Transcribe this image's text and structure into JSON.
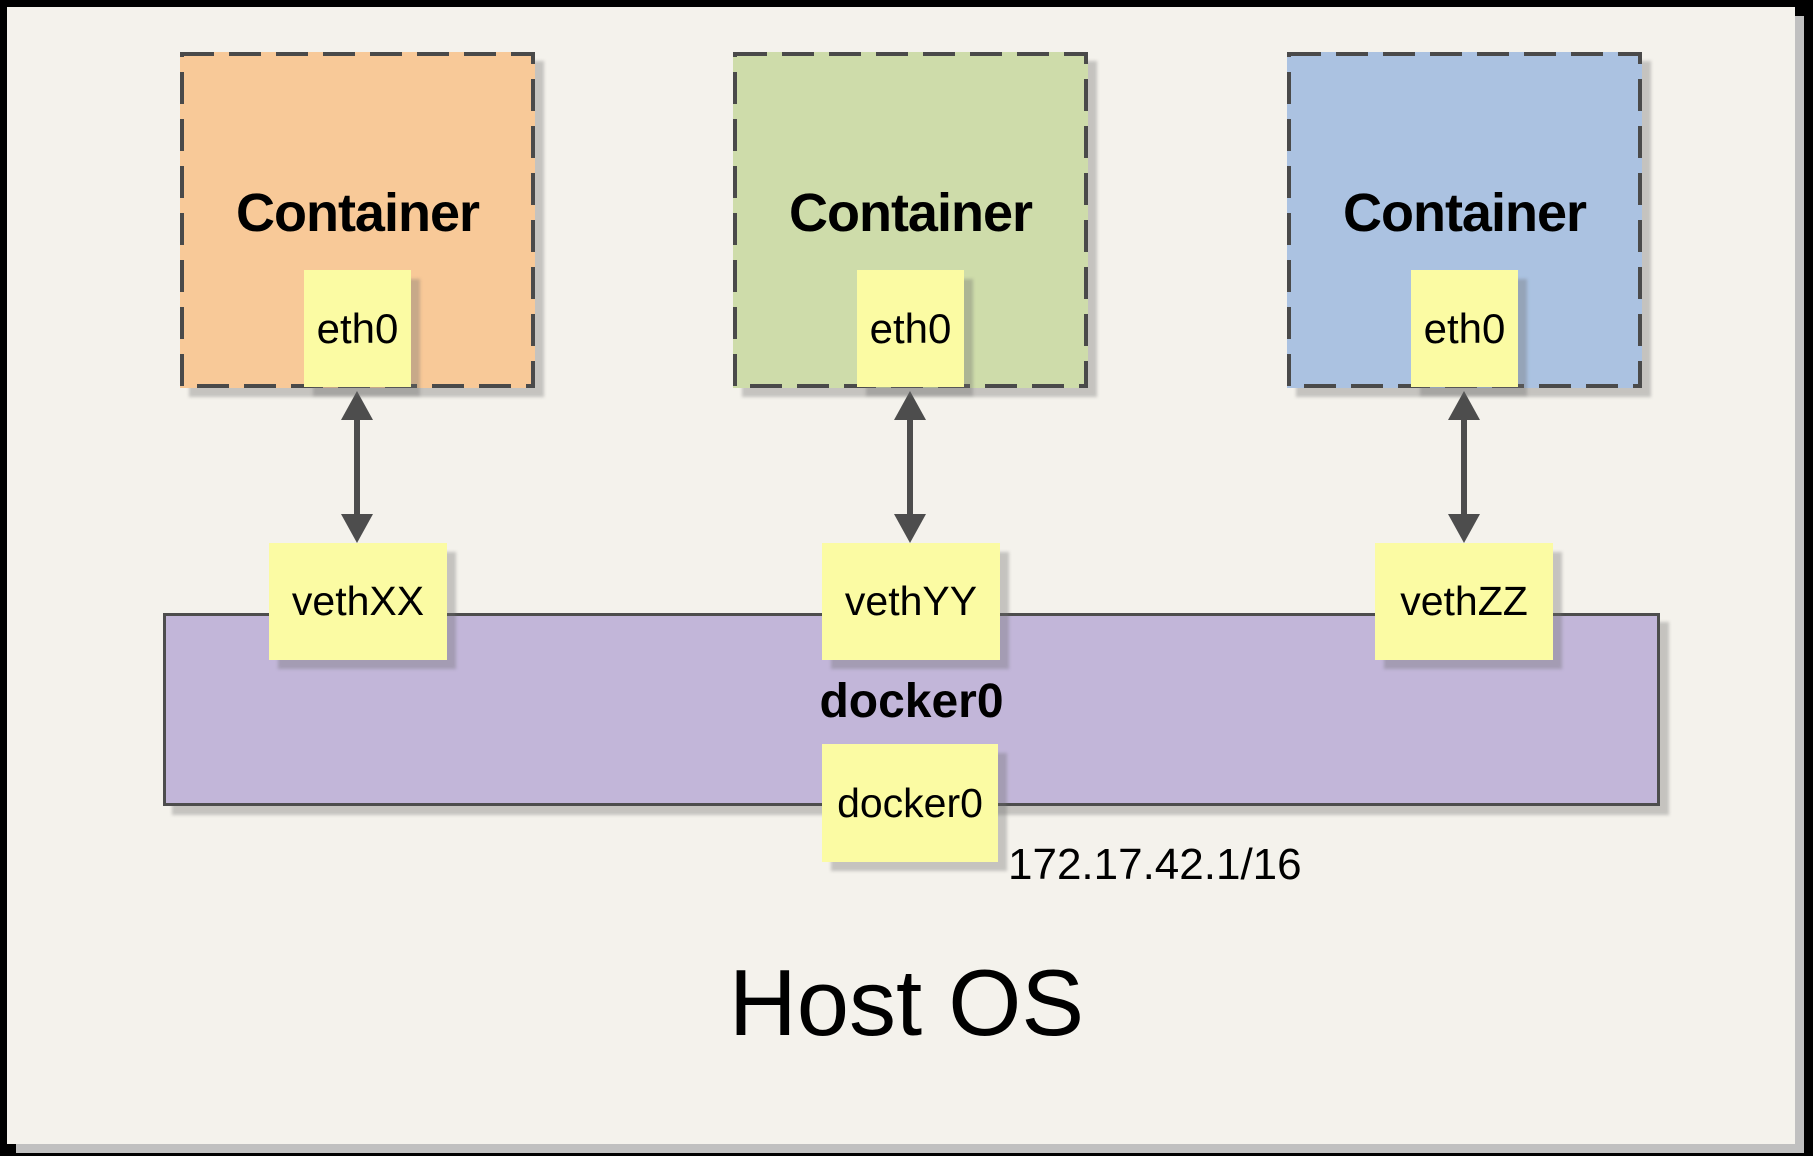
{
  "diagram": {
    "containers": [
      {
        "title": "Container",
        "interface": "eth0",
        "fill": "#F8C998"
      },
      {
        "title": "Container",
        "interface": "eth0",
        "fill": "#CEDCAA"
      },
      {
        "title": "Container",
        "interface": "eth0",
        "fill": "#ABC2E1"
      }
    ],
    "veth_labels": [
      "vethXX",
      "vethYY",
      "vethZZ"
    ],
    "bridge": {
      "name": "docker0",
      "interface_label": "docker0",
      "ip": "172.17.42.1/16",
      "fill": "#C2B6D9"
    },
    "host_label": "Host OS",
    "colors": {
      "background": "#F4F2EC",
      "note_yellow": "#FBFBA3",
      "arrow": "#4D4D4D",
      "dashed_border": "#4A4A4A"
    }
  }
}
